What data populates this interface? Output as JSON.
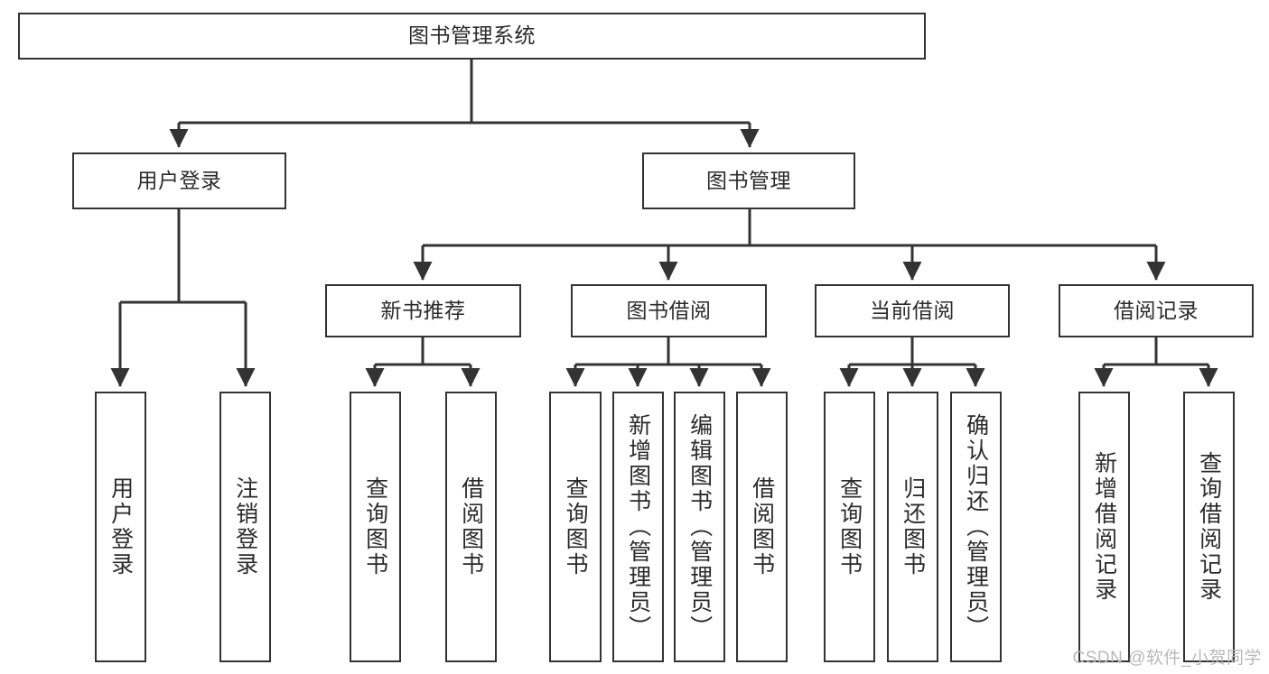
{
  "diagram": {
    "type": "tree-hierarchy-flowchart",
    "title": "图书管理系统",
    "watermark": "CSDN @软件_小贺同学",
    "colors": {
      "box_border": "#333333",
      "box_fill": "#ffffff",
      "connector": "#333333",
      "text": "#2b2b2b",
      "watermark": "#b9b9b9",
      "background": "#ffffff"
    },
    "levels": [
      {
        "level": 1,
        "nodes": [
          {
            "id": "root",
            "label": "图书管理系统",
            "orientation": "horizontal"
          }
        ]
      },
      {
        "level": 2,
        "nodes": [
          {
            "id": "login",
            "label": "用户登录",
            "orientation": "horizontal",
            "parent": "root"
          },
          {
            "id": "bookmgmt",
            "label": "图书管理",
            "orientation": "horizontal",
            "parent": "root"
          }
        ]
      },
      {
        "level": 3,
        "nodes": [
          {
            "id": "newbook",
            "label": "新书推荐",
            "orientation": "horizontal",
            "parent": "bookmgmt"
          },
          {
            "id": "borrow",
            "label": "图书借阅",
            "orientation": "horizontal",
            "parent": "bookmgmt"
          },
          {
            "id": "current",
            "label": "当前借阅",
            "orientation": "horizontal",
            "parent": "bookmgmt"
          },
          {
            "id": "records",
            "label": "借阅记录",
            "orientation": "horizontal",
            "parent": "bookmgmt"
          }
        ]
      },
      {
        "level": 4,
        "nodes": [
          {
            "id": "userlogin",
            "label": "用户登录",
            "orientation": "vertical",
            "parent": "login"
          },
          {
            "id": "userlogout",
            "label": "注销登录",
            "orientation": "vertical",
            "parent": "login"
          },
          {
            "id": "nb-query",
            "label": "查询图书",
            "orientation": "vertical",
            "parent": "newbook"
          },
          {
            "id": "nb-borrow",
            "label": "借阅图书",
            "orientation": "vertical",
            "parent": "newbook"
          },
          {
            "id": "bw-query",
            "label": "查询图书",
            "orientation": "vertical",
            "parent": "borrow"
          },
          {
            "id": "bw-add",
            "label": "新增图书（管理员）",
            "orientation": "vertical",
            "parent": "borrow"
          },
          {
            "id": "bw-edit",
            "label": "编辑图书（管理员）",
            "orientation": "vertical",
            "parent": "borrow"
          },
          {
            "id": "bw-borrow",
            "label": "借阅图书",
            "orientation": "vertical",
            "parent": "borrow"
          },
          {
            "id": "cb-query",
            "label": "查询图书",
            "orientation": "vertical",
            "parent": "current"
          },
          {
            "id": "cb-return",
            "label": "归还图书",
            "orientation": "vertical",
            "parent": "current"
          },
          {
            "id": "cb-confirm",
            "label": "确认归还（管理员）",
            "orientation": "vertical",
            "parent": "current"
          },
          {
            "id": "rc-add",
            "label": "新增借阅记录",
            "orientation": "vertical",
            "parent": "records"
          },
          {
            "id": "rc-query",
            "label": "查询借阅记录",
            "orientation": "vertical",
            "parent": "records"
          }
        ]
      }
    ]
  }
}
